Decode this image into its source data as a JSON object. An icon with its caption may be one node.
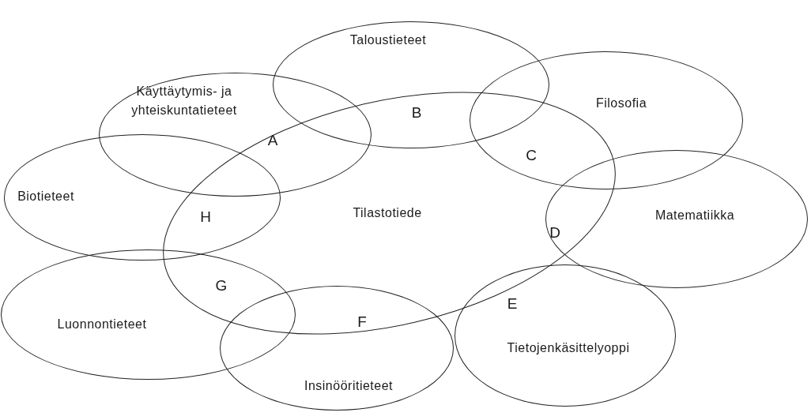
{
  "diagram": {
    "nodes": [
      {
        "text": [
          "Taloustieteet"
        ]
      },
      {
        "text": [
          "Käyttäytymis- ja yhteiskuntatieteet"
        ]
      },
      {
        "text": [
          "Filosofia"
        ]
      },
      {
        "text": [
          "Biotieteet"
        ]
      },
      {
        "text": [
          "Tilastotiede"
        ]
      },
      {
        "text": [
          "Matematiikka"
        ]
      },
      {
        "text": [
          "Luonnontieteet"
        ]
      },
      {
        "text": [
          "Insinööritieteet"
        ]
      },
      {
        "text": [
          "Tietojenkäsittelyoppi"
        ]
      }
    ],
    "edges": [],
    "labels": [
      "A",
      "B",
      "C",
      "D",
      "E",
      "F",
      "G",
      "H"
    ]
  }
}
